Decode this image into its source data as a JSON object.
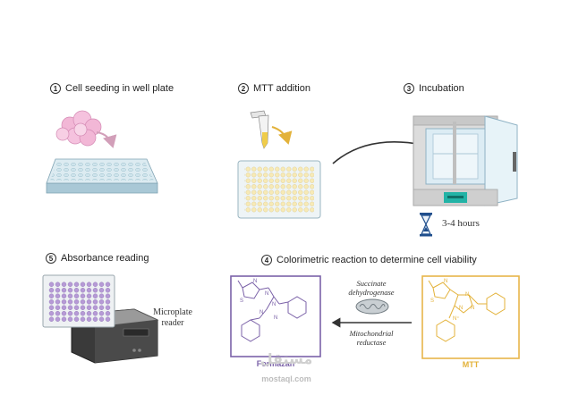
{
  "steps": [
    {
      "num": "1",
      "label": "Cell seeding in well plate"
    },
    {
      "num": "2",
      "label": "MTT  addition"
    },
    {
      "num": "3",
      "label": "Incubation"
    },
    {
      "num": "4",
      "label": "Colorimetric reaction to determine cell viability"
    },
    {
      "num": "5",
      "label": "Absorbance reading"
    }
  ],
  "incubation_time": "3-4 hours",
  "reader_label": [
    "Microplate",
    "reader"
  ],
  "enzyme_1": [
    "Succinate",
    "dehydrogenase"
  ],
  "enzyme_2": [
    "Mitochondrial",
    "reductase"
  ],
  "formazan_label": "Formazan",
  "mtt_label": "MTT",
  "watermark": {
    "arabic": "مستقل",
    "latin": "mostaql.com"
  },
  "colors": {
    "formazan": "#7b62a8",
    "mtt": "#e7b64a",
    "teal": "#22b3a6"
  }
}
